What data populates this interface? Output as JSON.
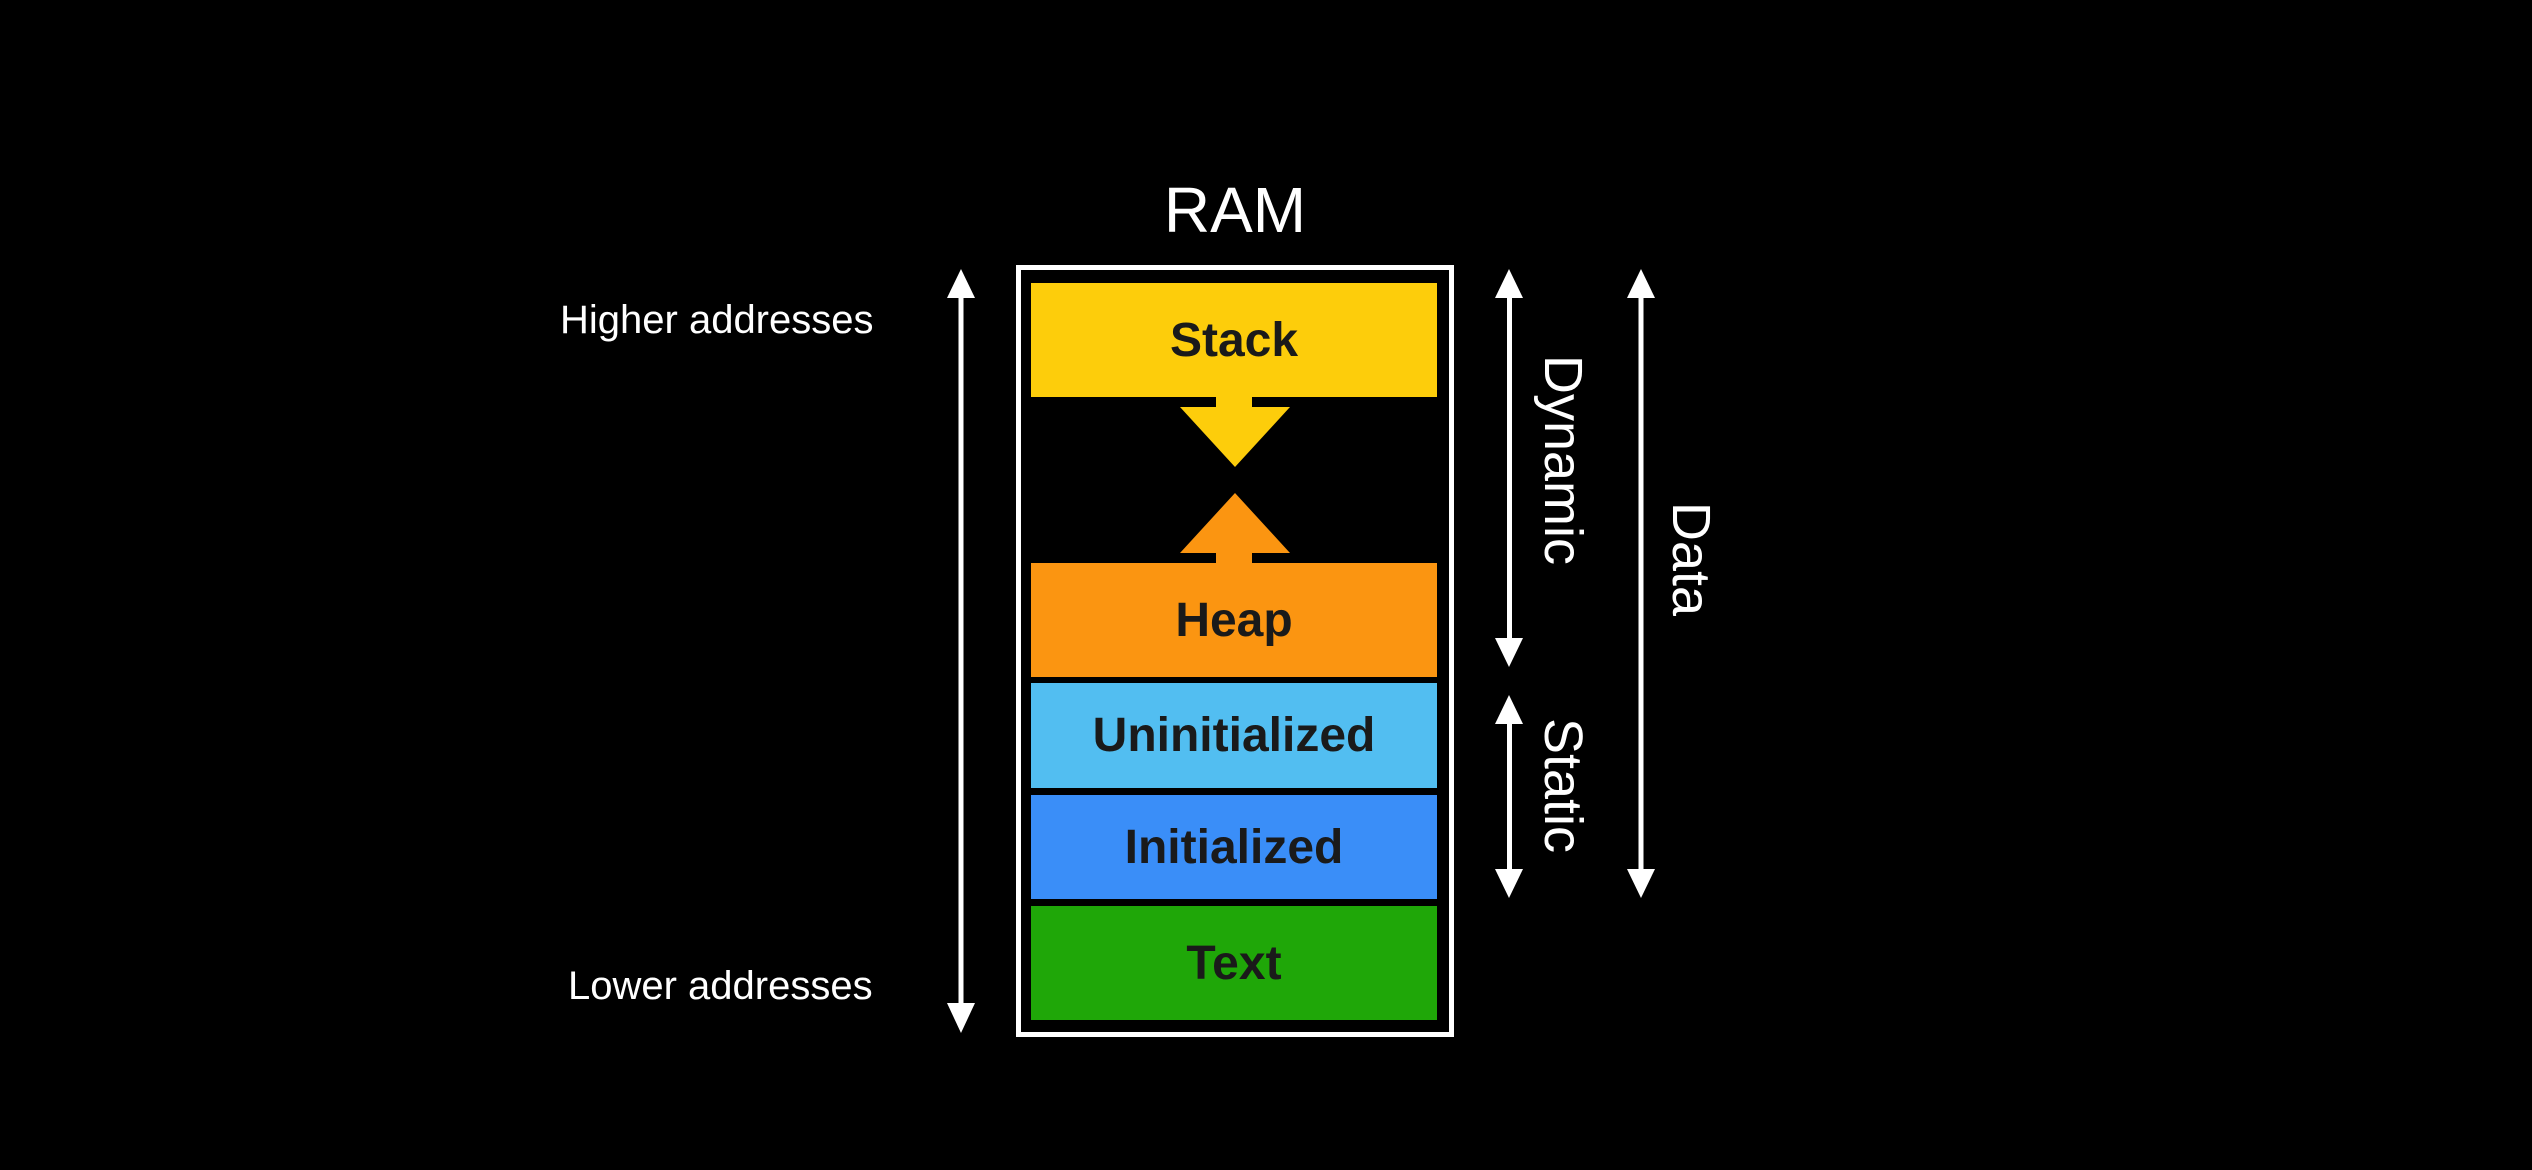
{
  "title": "RAM",
  "segments": [
    {
      "name": "Stack",
      "color": "#FDCD0B"
    },
    {
      "name": "Heap",
      "color": "#FB9511"
    },
    {
      "name": "Uninitialized",
      "color": "#52BEF1"
    },
    {
      "name": "Initialized",
      "color": "#3A8EF8"
    },
    {
      "name": "Text",
      "color": "#1FA708"
    }
  ],
  "address_labels": {
    "higher": "Higher addresses",
    "lower": "Lower addresses"
  },
  "range_labels": {
    "dynamic": "Dynamic",
    "static": "Static",
    "data": "Data"
  },
  "growth": {
    "stack": "down",
    "heap": "up"
  },
  "colors": {
    "background": "#000000",
    "foreground": "#FFFFFF",
    "block_text": "#1A1A1A"
  }
}
